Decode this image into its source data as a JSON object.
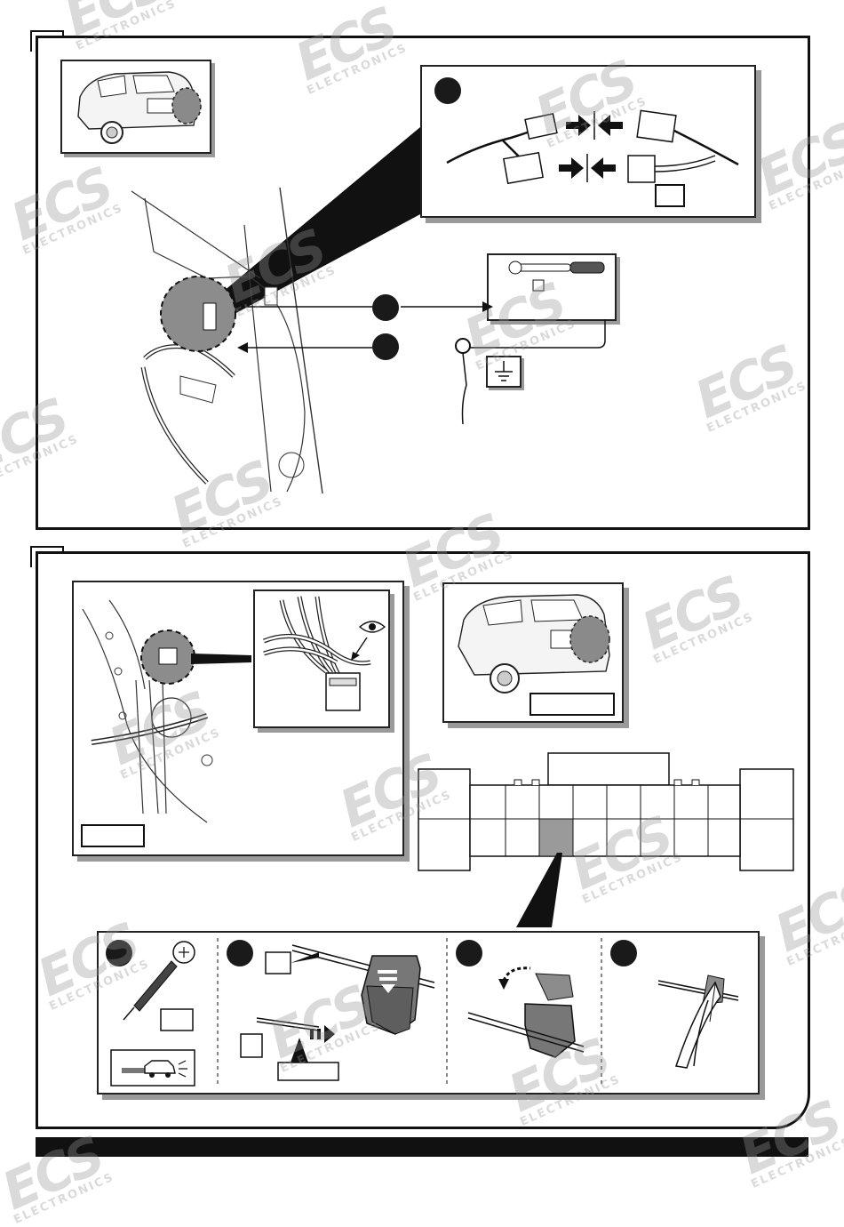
{
  "watermark": {
    "brand": "ECS",
    "sub": "ELECTRONICS"
  },
  "step1": {
    "number": "",
    "connector_label": "",
    "ground_label": ""
  },
  "step2": {
    "number": "",
    "inset_label": "",
    "car_label": ""
  },
  "substeps": [
    {
      "badge": ""
    },
    {
      "badge": ""
    },
    {
      "badge": ""
    },
    {
      "badge": ""
    }
  ],
  "icons": {
    "arrows": "push-together-arrows",
    "tool": "ratchet-wrench-icon",
    "ground": "ground-symbol-icon",
    "eye": "eye-icon",
    "tester": "test-lamp-icon",
    "car_light": "car-headlight-icon"
  }
}
